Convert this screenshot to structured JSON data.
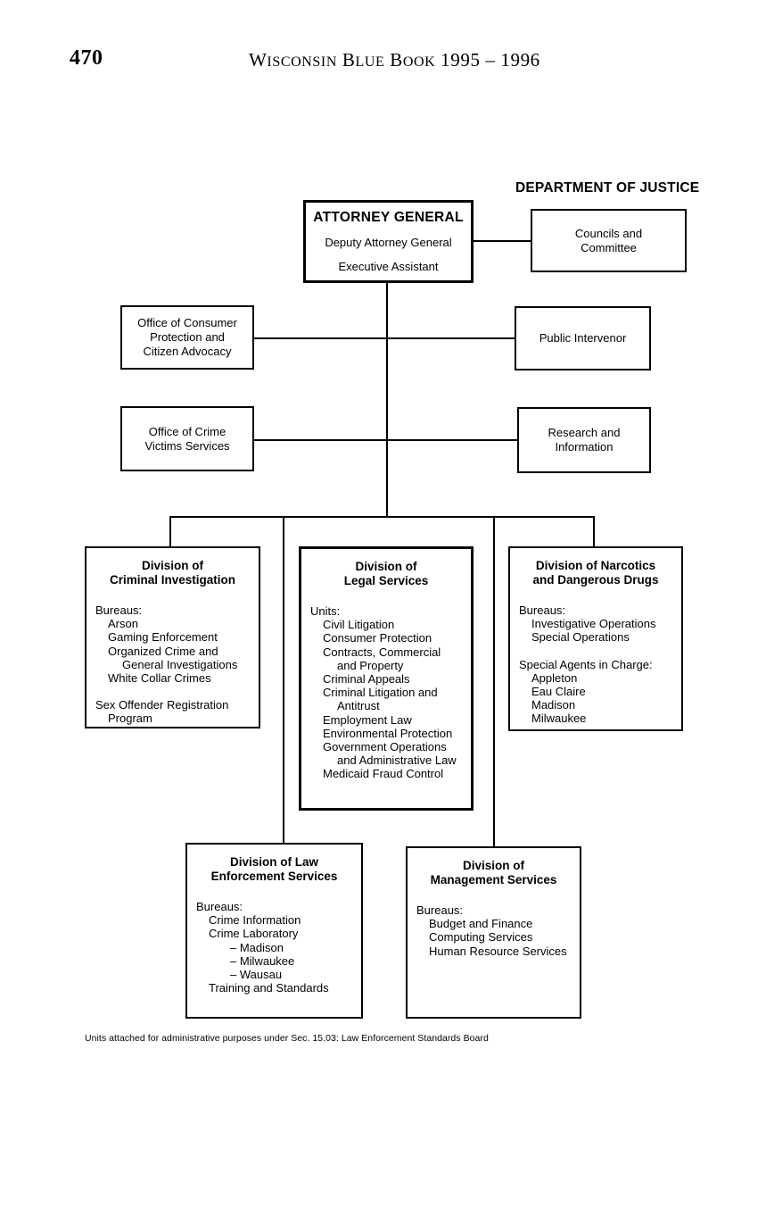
{
  "page": {
    "number": "470",
    "book_title_parts": {
      "w": "W",
      "isconsin": "ISCONSIN",
      "b": "B",
      "lue": "LUE",
      "b2": "B",
      "ook": "OOK",
      "years": " 1995 – 1996"
    },
    "book_title_full": "WISCONSIN BLUE BOOK 1995 – 1996",
    "footnote": "Units attached for administrative purposes under Sec. 15.03: Law Enforcement Standards Board"
  },
  "chart_data": {
    "type": "org-chart",
    "title": "DEPARTMENT OF JUSTICE",
    "nodes": {
      "attorney_general": {
        "title": "ATTORNEY GENERAL",
        "line2": "Deputy Attorney General",
        "line3": "Executive Assistant"
      },
      "councils": {
        "line1": "Councils and",
        "line2": "Committee"
      },
      "consumer_protection": {
        "line1": "Office of Consumer",
        "line2": "Protection and",
        "line3": "Citizen Advocacy"
      },
      "public_intervenor": {
        "line1": "Public Intervenor"
      },
      "crime_victims": {
        "line1": "Office of Crime",
        "line2": "Victims Services"
      },
      "research_information": {
        "line1": "Research and",
        "line2": "Information"
      },
      "criminal_investigation": {
        "title_line1": "Division of",
        "title_line2": "Criminal Investigation",
        "group1_head": "Bureaus:",
        "group1_items": [
          "Arson",
          "Gaming Enforcement",
          "Organized Crime and",
          "General Investigations",
          "White Collar Crimes"
        ],
        "group2_line1": "Sex Offender Registration",
        "group2_line2": "Program"
      },
      "legal_services": {
        "title_line1": "Division of",
        "title_line2": "Legal Services",
        "group1_head": "Units:",
        "group1_items": [
          "Civil Litigation",
          "Consumer Protection",
          "Contracts, Commercial",
          "and Property",
          "Criminal Appeals",
          "Criminal Litigation and",
          "Antitrust",
          "Employment Law",
          "Environmental Protection",
          "Government Operations",
          "and Administrative Law",
          "Medicaid Fraud Control"
        ]
      },
      "narcotics": {
        "title_line1": "Division of Narcotics",
        "title_line2": "and Dangerous Drugs",
        "group1_head": "Bureaus:",
        "group1_items": [
          "Investigative Operations",
          "Special Operations"
        ],
        "group2_head": "Special Agents in Charge:",
        "group2_items": [
          "Appleton",
          "Eau Claire",
          "Madison",
          "Milwaukee"
        ]
      },
      "law_enforcement": {
        "title_line1": "Division of Law",
        "title_line2": "Enforcement Services",
        "group1_head": "Bureaus:",
        "group1_items": [
          "Crime Information",
          "Crime Laboratory",
          "– Madison",
          "– Milwaukee",
          "– Wausau",
          "Training and Standards"
        ]
      },
      "management_services": {
        "title_line1": "Division of",
        "title_line2": "Management Services",
        "group1_head": "Bureaus:",
        "group1_items": [
          "Budget and Finance",
          "Computing Services",
          "Human Resource Services"
        ]
      }
    }
  }
}
